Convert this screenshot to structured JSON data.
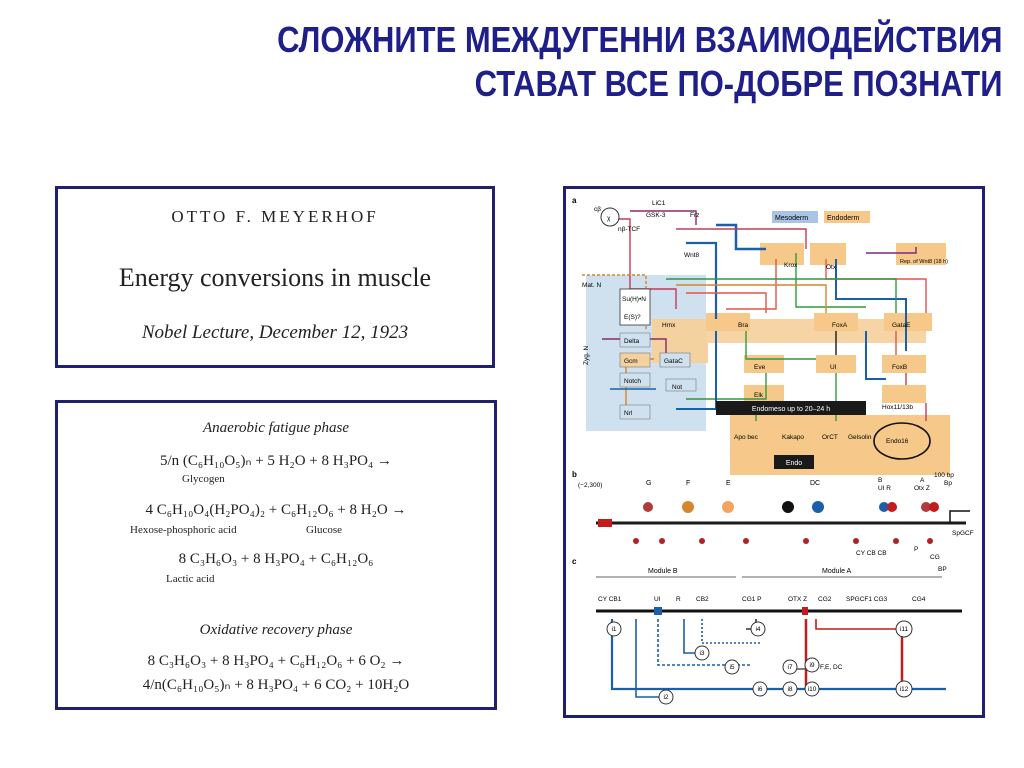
{
  "slide": {
    "title_line1": "СЛОЖНИТЕ МЕЖДУГЕННИ ВЗАИМОДЕЙСТВИЯ",
    "title_line2": "СТАВАТ ВСЕ ПО-ДОБРЕ ПОЗНАТИ"
  },
  "lecture": {
    "author": "OTTO F. MEYERHOF",
    "title": "Energy conversions in muscle",
    "date": "Nobel Lecture, December 12, 1923"
  },
  "equations": {
    "phase1": "Anaerobic fatigue phase",
    "eq1": "5/n (C₆H₁₀O₅)ₙ + 5 H₂O + 8 H₃PO₄ →",
    "eq1_label": "Glycogen",
    "eq2": "4 C₆H₁₀O₄(H₂PO₄)₂ + C₆H₁₂O₆ + 8 H₂O →",
    "eq2_label_a": "Hexose-phosphoric acid",
    "eq2_label_b": "Glucose",
    "eq3": "8 C₃H₆O₃ + 8 H₃PO₄ + C₆H₁₂O₆",
    "eq3_label": "Lactic acid",
    "phase2": "Oxidative recovery phase",
    "eq4": "8 C₃H₆O₃ + 8 H₃PO₄ + C₆H₁₂O₆ + 6 O₂ →",
    "eq5": "4/n(C₆H₁₀O₅)ₙ + 8 H₃PO₄ + 6 CO₂ + 10H₂O"
  },
  "network": {
    "panel_a": "a",
    "panel_b": "b",
    "panel_c": "c",
    "legend_mesoderm": "Mesoderm",
    "legend_endoderm": "Endoderm",
    "a_nodes": [
      "cβ",
      "χ",
      "LiC1",
      "GSK-3",
      "Frz",
      "nβ-TCF",
      "Wnt8",
      "Krox",
      "Otx",
      "Rep. of Wnt8 (18 h)",
      "Mat. N",
      "Su(H)•N",
      "E(S)?",
      "Hmx",
      "Bra",
      "FoxA",
      "GataE",
      "Delta",
      "Gcm",
      "GataC",
      "Eve",
      "UI",
      "FoxB",
      "Notch",
      "Not",
      "Elk",
      "Hox11/13b",
      "Zyg. N",
      "Nrl"
    ],
    "endomeso": "Endomeso up to 20–24 h",
    "endo_genes": [
      "Apo bec",
      "Kakapo",
      "OrCT",
      "Gelsolin",
      "Endo16"
    ],
    "endo": "Endo",
    "scale_100bp": "100 bp",
    "b_start": "(−2,300)",
    "b_sites_top": [
      "G",
      "F",
      "E",
      "DC",
      "B",
      "UI R",
      "A",
      "Otx Z",
      "Bp"
    ],
    "b_sites_bottom": [
      "CY CB CB",
      "P",
      "CG"
    ],
    "b_end": "SpGCF",
    "c_module_b": "Module B",
    "c_module_a": "Module A",
    "c_bp": "BP",
    "c_sites": [
      "CY CB1",
      "UI",
      "R",
      "CB2",
      "CG1 P",
      "OTX Z",
      "CG2",
      "SPGCF1 CG3",
      "CG4"
    ],
    "c_nodes": [
      "i1",
      "i2",
      "i3",
      "i4",
      "i5",
      "i6",
      "i7",
      "i8",
      "i9",
      "i10",
      "i11",
      "i12"
    ],
    "c_inputs": "F,E, DC"
  }
}
